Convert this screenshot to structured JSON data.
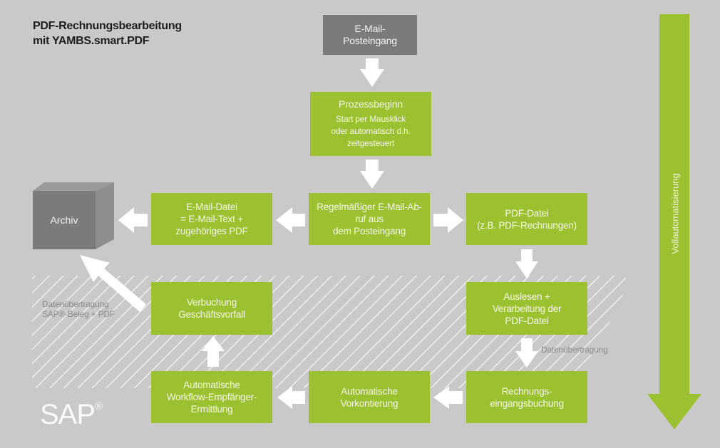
{
  "title": {
    "line1": "PDF-Rechnungsbearbeitung",
    "line2": "mit YAMBS.smart.PDF"
  },
  "colors": {
    "background": "#c9c9c9",
    "green": "#9bc130",
    "grey_box": "#7b7b7b",
    "arrow": "#ffffff"
  },
  "nodes": {
    "inbox": {
      "lines": [
        "E-Mail-",
        "Posteingang"
      ]
    },
    "process_start": {
      "heading": "Prozessbeginn",
      "lines": [
        "Start per Mausklick",
        "oder automatisch d.h.",
        "zeitgesteuert"
      ]
    },
    "fetch": {
      "lines": [
        "Regelmäßiger E-Mail-Ab-",
        "ruf aus",
        "dem Posteingang"
      ]
    },
    "email_file": {
      "lines": [
        "E-Mail-Datei",
        "= E-Mail-Text +",
        "zugehöriges PDF"
      ]
    },
    "archive": {
      "label": "Archiv"
    },
    "pdf_file": {
      "lines": [
        "PDF-Datei",
        "(z.B. PDF-Rechnungen)"
      ]
    },
    "read_process": {
      "lines": [
        "Auslesen +",
        "Verarbeitung der",
        "PDF-Datei"
      ]
    },
    "posting": {
      "lines": [
        "Verbuchung",
        "Geschäftsvorfall"
      ]
    },
    "invoice_entry": {
      "lines": [
        "Rechnungs-",
        "eingangsbuchung"
      ]
    },
    "auto_account": {
      "lines": [
        "Automatische",
        "Vorkontierung"
      ]
    },
    "workflow": {
      "lines": [
        "Automatische",
        "Workflow-Empfänger-",
        "Ermittlung"
      ]
    }
  },
  "annotations": {
    "transfer_sap": [
      "Datenübertragung",
      "SAP®-Beleg + PDF"
    ],
    "transfer": "Datenübertragung",
    "sap_logo": "SAP",
    "sap_reg": "®",
    "full_automation": "Vollautomatisierung"
  }
}
